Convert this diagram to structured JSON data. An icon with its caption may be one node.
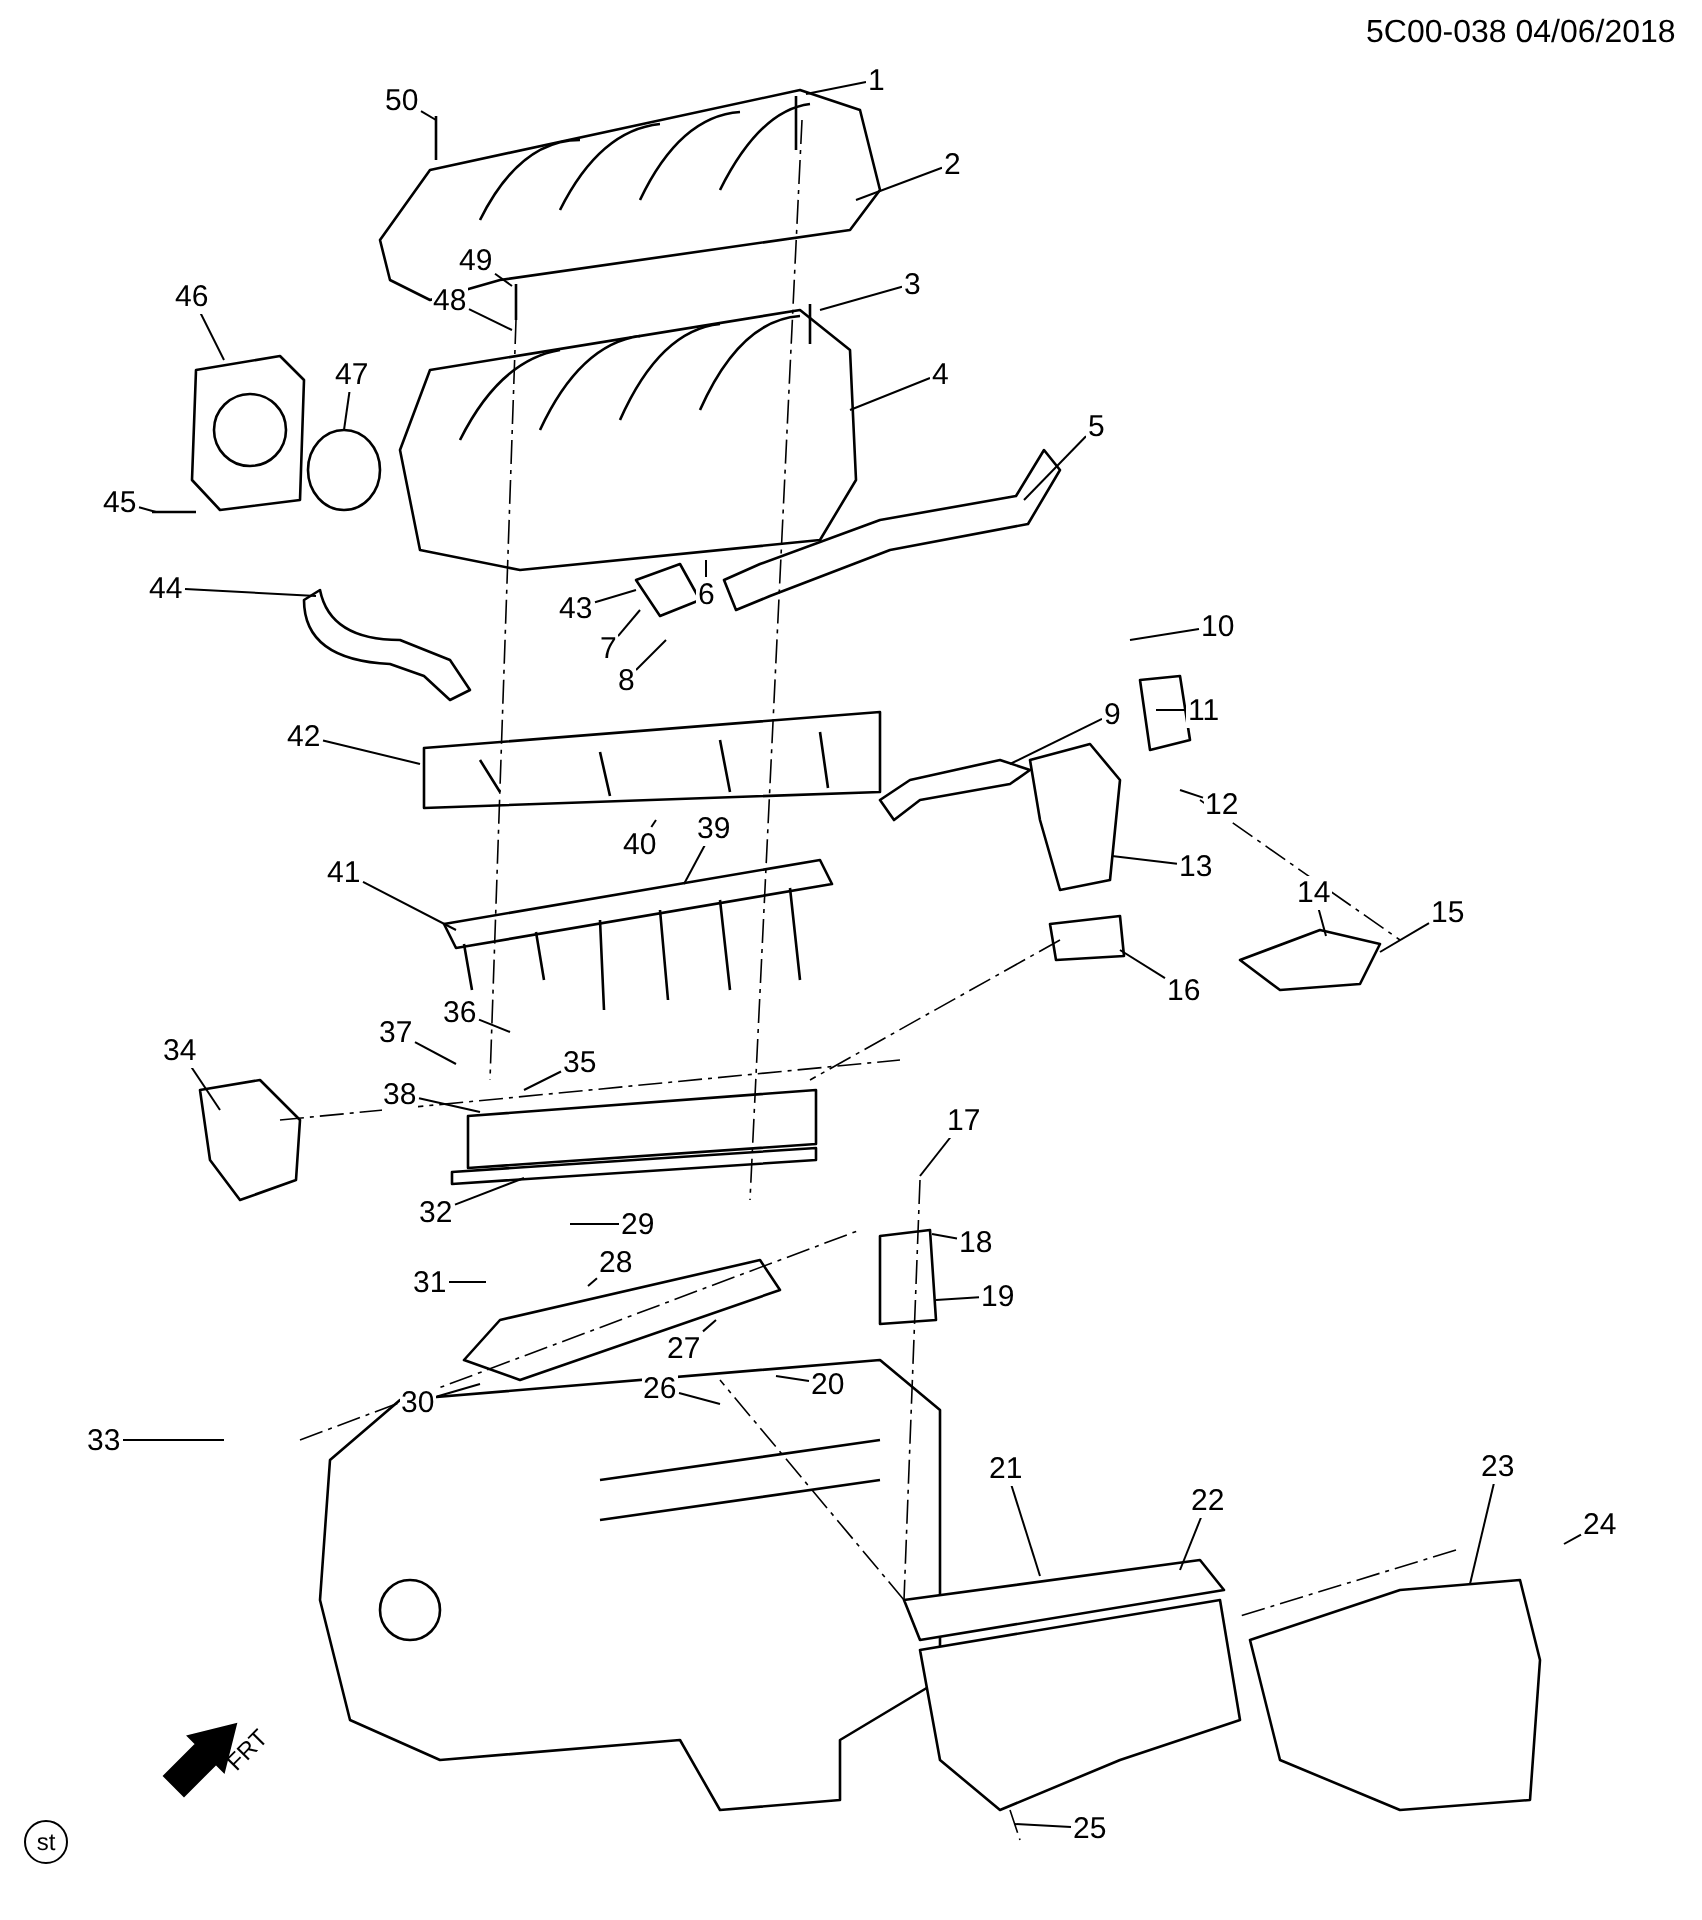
{
  "diagram": {
    "nodes": [
      {
        "text": [
          "1"
        ]
      },
      {
        "text": [
          "2"
        ]
      },
      {
        "text": [
          "3"
        ]
      },
      {
        "text": [
          "4"
        ]
      },
      {
        "text": [
          "5"
        ]
      },
      {
        "text": [
          "6"
        ]
      },
      {
        "text": [
          "7"
        ]
      },
      {
        "text": [
          "8"
        ]
      },
      {
        "text": [
          "9"
        ]
      },
      {
        "text": [
          "10"
        ]
      },
      {
        "text": [
          "11"
        ]
      },
      {
        "text": [
          "12"
        ]
      },
      {
        "text": [
          "13"
        ]
      },
      {
        "text": [
          "14"
        ]
      },
      {
        "text": [
          "15"
        ]
      },
      {
        "text": [
          "16"
        ]
      },
      {
        "text": [
          "17"
        ]
      },
      {
        "text": [
          "18"
        ]
      },
      {
        "text": [
          "19"
        ]
      },
      {
        "text": [
          "20"
        ]
      },
      {
        "text": [
          "21"
        ]
      },
      {
        "text": [
          "22"
        ]
      },
      {
        "text": [
          "23"
        ]
      },
      {
        "text": [
          "24"
        ]
      },
      {
        "text": [
          "25"
        ]
      },
      {
        "text": [
          "26"
        ]
      },
      {
        "text": [
          "27"
        ]
      },
      {
        "text": [
          "28"
        ]
      },
      {
        "text": [
          "29"
        ]
      },
      {
        "text": [
          "30"
        ]
      },
      {
        "text": [
          "31"
        ]
      },
      {
        "text": [
          "32"
        ]
      },
      {
        "text": [
          "33"
        ]
      },
      {
        "text": [
          "34"
        ]
      },
      {
        "text": [
          "35"
        ]
      },
      {
        "text": [
          "36"
        ]
      },
      {
        "text": [
          "37"
        ]
      },
      {
        "text": [
          "38"
        ]
      },
      {
        "text": [
          "39"
        ]
      },
      {
        "text": [
          "40"
        ]
      },
      {
        "text": [
          "41"
        ]
      },
      {
        "text": [
          "42"
        ]
      },
      {
        "text": [
          "43"
        ]
      },
      {
        "text": [
          "44"
        ]
      },
      {
        "text": [
          "45"
        ]
      },
      {
        "text": [
          "46"
        ]
      },
      {
        "text": [
          "47"
        ]
      },
      {
        "text": [
          "48"
        ]
      },
      {
        "text": [
          "49"
        ]
      },
      {
        "text": [
          "50"
        ]
      }
    ],
    "edges": [
      {
        "from": 0,
        "to": null,
        "arrow": "none"
      },
      {
        "from": 1,
        "to": null,
        "arrow": "none"
      },
      {
        "from": 2,
        "to": null,
        "arrow": "none"
      },
      {
        "from": 3,
        "to": null,
        "arrow": "none"
      },
      {
        "from": 4,
        "to": null,
        "arrow": "none"
      },
      {
        "from": 5,
        "to": null,
        "arrow": "none"
      },
      {
        "from": 6,
        "to": null,
        "arrow": "none"
      },
      {
        "from": 7,
        "to": null,
        "arrow": "none"
      },
      {
        "from": 8,
        "to": null,
        "arrow": "none"
      },
      {
        "from": 9,
        "to": null,
        "arrow": "none"
      },
      {
        "from": 10,
        "to": null,
        "arrow": "none"
      },
      {
        "from": 11,
        "to": null,
        "arrow": "none"
      },
      {
        "from": 12,
        "to": null,
        "arrow": "none"
      },
      {
        "from": 13,
        "to": null,
        "arrow": "none"
      },
      {
        "from": 14,
        "to": null,
        "arrow": "none"
      },
      {
        "from": 15,
        "to": null,
        "arrow": "none"
      },
      {
        "from": 16,
        "to": null,
        "arrow": "none"
      },
      {
        "from": 17,
        "to": null,
        "arrow": "none"
      },
      {
        "from": 18,
        "to": null,
        "arrow": "none"
      },
      {
        "from": 19,
        "to": null,
        "arrow": "none"
      },
      {
        "from": 20,
        "to": null,
        "arrow": "none"
      },
      {
        "from": 21,
        "to": null,
        "arrow": "none"
      },
      {
        "from": 22,
        "to": null,
        "arrow": "none"
      },
      {
        "from": 23,
        "to": null,
        "arrow": "none"
      },
      {
        "from": 24,
        "to": null,
        "arrow": "none"
      },
      {
        "from": 25,
        "to": null,
        "arrow": "none"
      },
      {
        "from": 26,
        "to": null,
        "arrow": "none"
      },
      {
        "from": 27,
        "to": null,
        "arrow": "none"
      },
      {
        "from": 28,
        "to": null,
        "arrow": "none"
      },
      {
        "from": 29,
        "to": null,
        "arrow": "none"
      },
      {
        "from": 30,
        "to": null,
        "arrow": "none"
      },
      {
        "from": 31,
        "to": null,
        "arrow": "none"
      },
      {
        "from": 32,
        "to": null,
        "arrow": "none"
      },
      {
        "from": 33,
        "to": null,
        "arrow": "none"
      },
      {
        "from": 34,
        "to": null,
        "arrow": "none"
      },
      {
        "from": 35,
        "to": null,
        "arrow": "none"
      },
      {
        "from": 36,
        "to": null,
        "arrow": "none"
      },
      {
        "from": 37,
        "to": null,
        "arrow": "none"
      },
      {
        "from": 38,
        "to": null,
        "arrow": "none"
      },
      {
        "from": 39,
        "to": null,
        "arrow": "none"
      },
      {
        "from": 40,
        "to": null,
        "arrow": "none"
      },
      {
        "from": 41,
        "to": null,
        "arrow": "none"
      },
      {
        "from": 42,
        "to": null,
        "arrow": "none"
      },
      {
        "from": 43,
        "to": null,
        "arrow": "none"
      },
      {
        "from": 44,
        "to": null,
        "arrow": "none"
      },
      {
        "from": 45,
        "to": null,
        "arrow": "none"
      },
      {
        "from": 46,
        "to": null,
        "arrow": "none"
      },
      {
        "from": 47,
        "to": null,
        "arrow": "none"
      },
      {
        "from": 48,
        "to": null,
        "arrow": "none"
      },
      {
        "from": 49,
        "to": null,
        "arrow": "none"
      }
    ],
    "labels": [
      "5C00-038 04/06/2018",
      "FRT",
      "st"
    ]
  }
}
